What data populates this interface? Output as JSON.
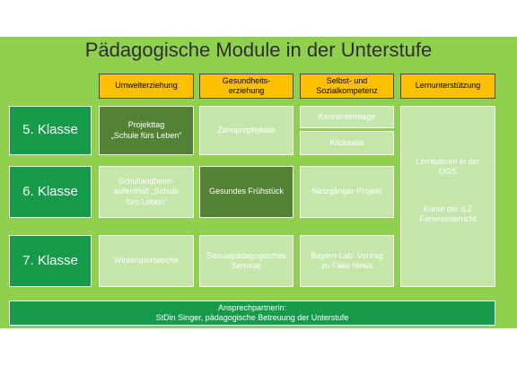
{
  "title": "Pädagogische Module in der Unterstufe",
  "headers": [
    "Umwelterziehung",
    "Gesundheits-\nerziehung",
    "Selbst- und\nSozialkompetenz",
    "Lernunterstützung"
  ],
  "classes": [
    "5. Klasse",
    "6. Klasse",
    "7. Klasse"
  ],
  "cells": {
    "r5_umwelt": "Projekttag\n„Schule fürs Leben“",
    "r5_gesundheit": "Zahnprophylaxe",
    "r5_sozial_1": "Kennenlerntage",
    "r5_sozial_2": "Klicksalat",
    "r6_umwelt": "Schullandheim-\naufenthalt „Schule\nfürs Leben“",
    "r6_gesundheit": "Gesundes Frühstück",
    "r6_sozial": "Netzgänger-Projekt",
    "r7_umwelt": "Wintersportwoche",
    "r7_gesundheit": "Sexualpädagogisches\nSeminar",
    "r7_sozial": "Bayern-Lab: Vortrag\nzu Fake News"
  },
  "lernunterstuetzung": {
    "item1": "Lerntutoren in der\nOGS",
    "item2": "Kurse der ILZ\nFerienunterricht"
  },
  "footer": {
    "line1": "Ansprechpartnerin:",
    "line2": "StDin Singer, pädagogische Betreuung der Unterstufe"
  },
  "colors": {
    "background": "#8fd14f",
    "header": "#ffc000",
    "class_label": "#169b4b",
    "cell_light": "#c4e6aa",
    "cell_dark": "#548235"
  }
}
